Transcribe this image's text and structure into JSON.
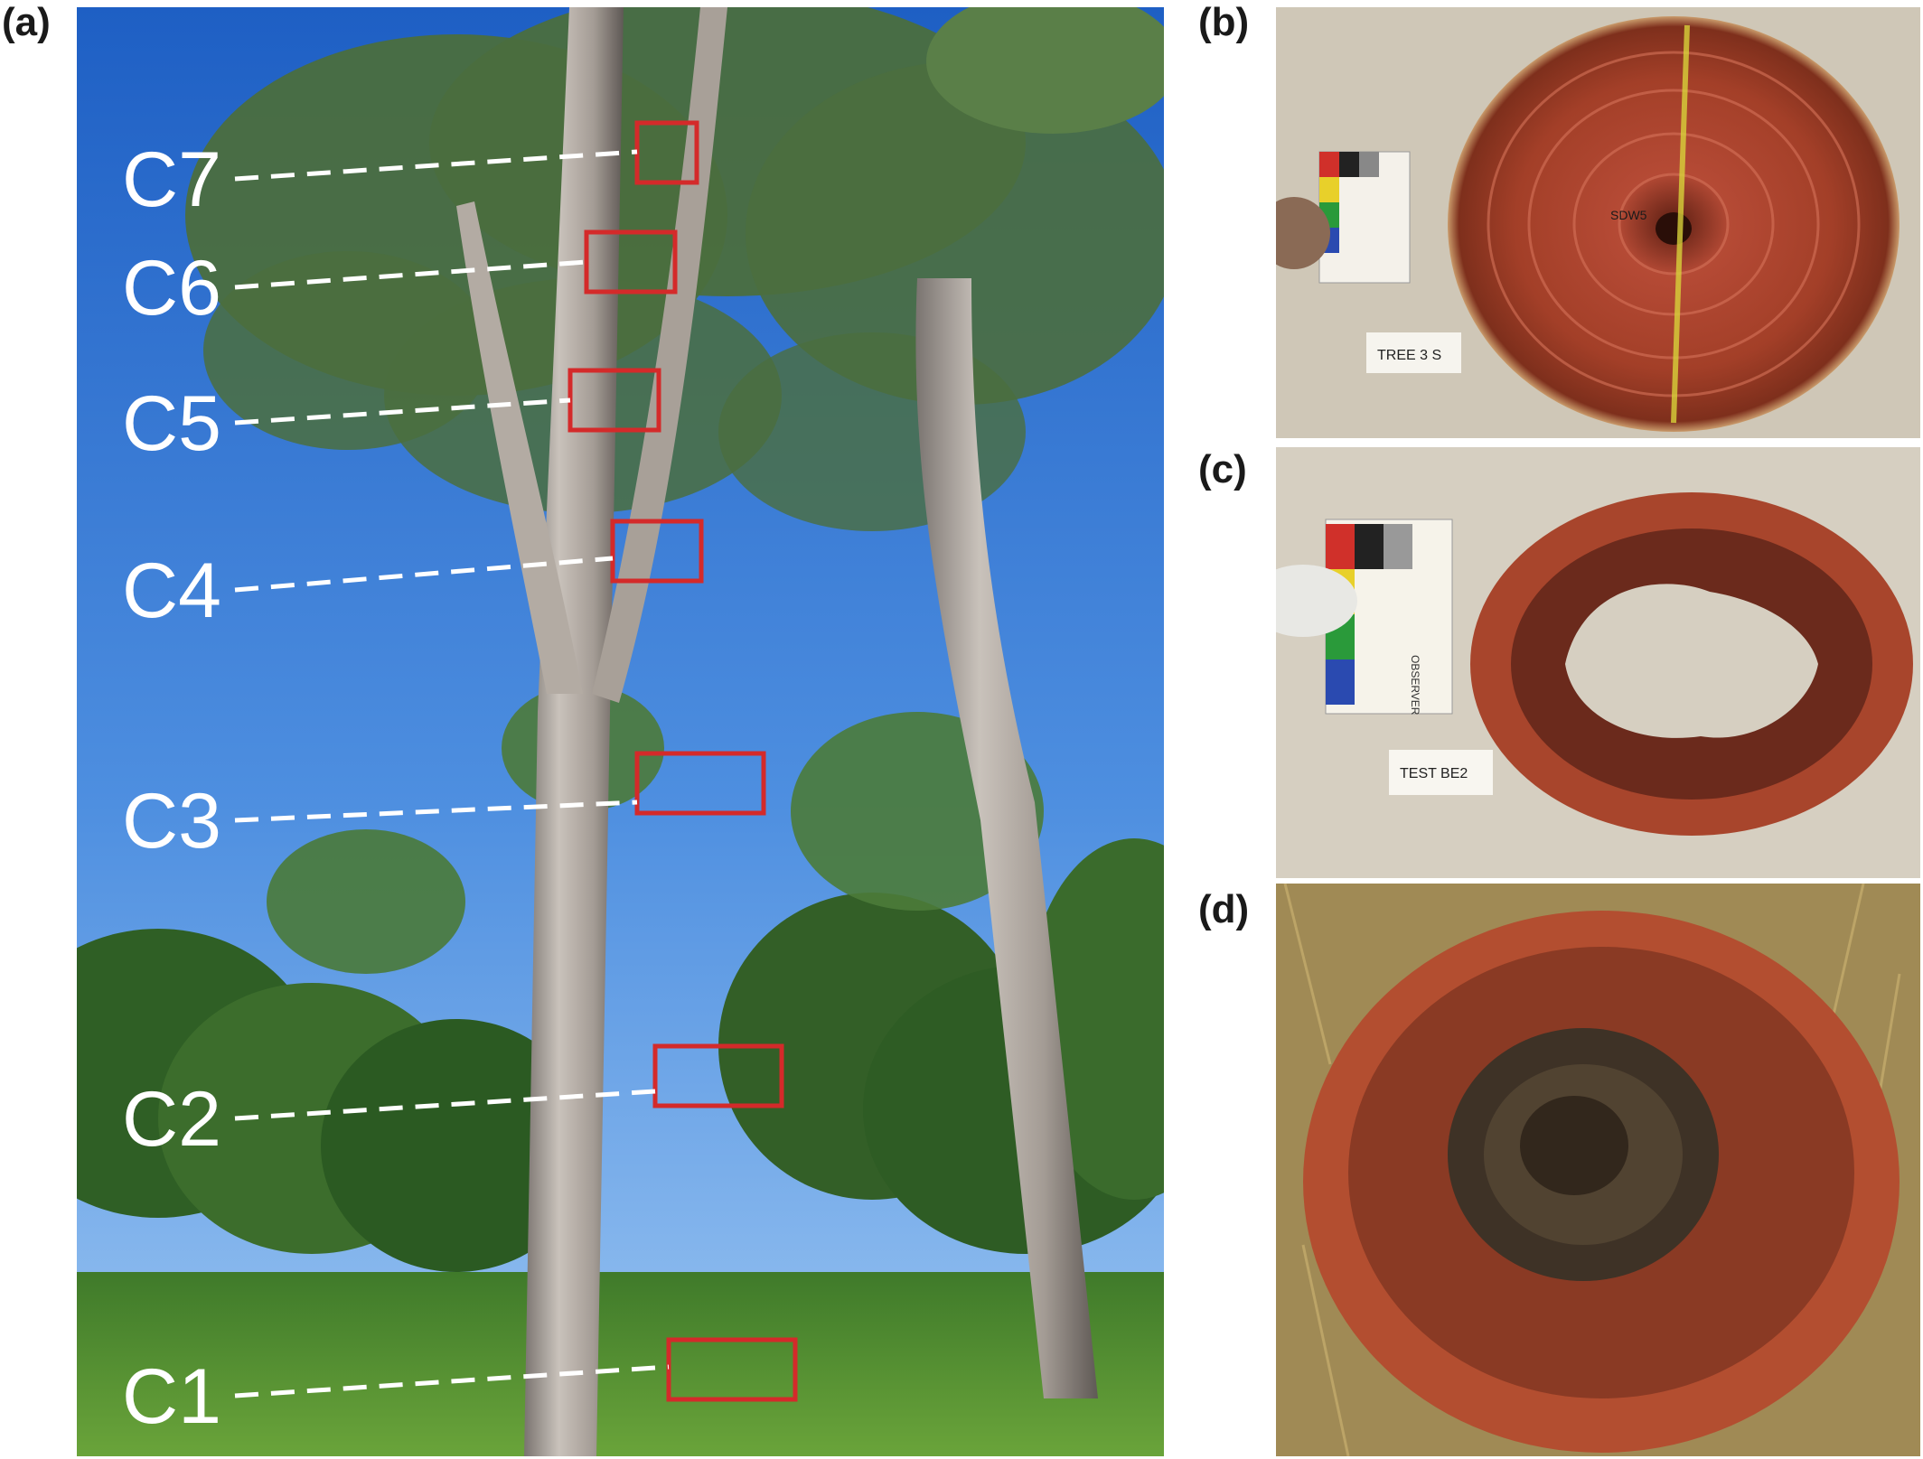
{
  "panels": {
    "a": {
      "letter": "(a)"
    },
    "b": {
      "letter": "(b)",
      "card_label": "TREE 3 S",
      "center_label": "SDW5"
    },
    "c": {
      "letter": "(c)",
      "card_label": "TEST BE2",
      "scale_text": "OBSERVER"
    },
    "d": {
      "letter": "(d)"
    }
  },
  "segments": [
    {
      "label": "C7"
    },
    {
      "label": "C6"
    },
    {
      "label": "C5"
    },
    {
      "label": "C4"
    },
    {
      "label": "C3"
    },
    {
      "label": "C2"
    },
    {
      "label": "C1"
    }
  ],
  "colors": {
    "box_stroke": "#d42a2a",
    "leader": "#ffffff",
    "sky_top": "#1e5fc4",
    "sky_bottom": "#8fbdf0",
    "wood": "#a6452a",
    "heartwood": "#6e2a1c",
    "grass": "#4f8a2f"
  }
}
